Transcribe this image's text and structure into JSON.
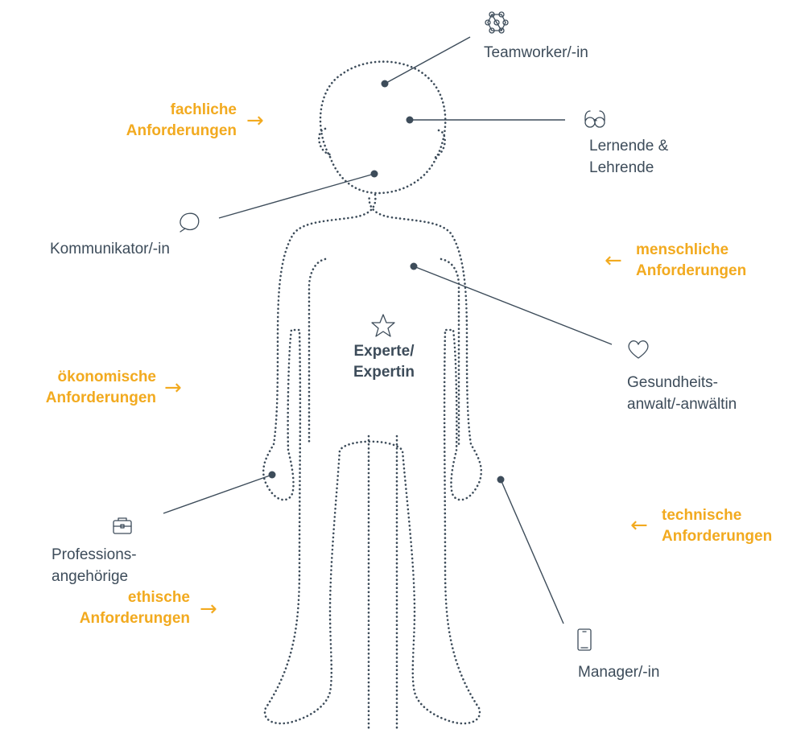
{
  "roles": {
    "teamworker": {
      "label": "Teamworker/-in",
      "icon": "network-icon"
    },
    "lernende": {
      "line1": "Lernende &",
      "line2": "Lehrende",
      "icon": "glasses-icon"
    },
    "kommunikator": {
      "label": "Kommunikator/-in",
      "icon": "speech-bubble-icon"
    },
    "gesundheit": {
      "line1": "Gesundheits-",
      "line2": "anwalt/-anwältin",
      "icon": "heart-icon"
    },
    "profession": {
      "line1": "Professions-",
      "line2": "angehörige",
      "icon": "briefcase-icon"
    },
    "manager": {
      "label": "Manager/-in",
      "icon": "smartphone-icon"
    }
  },
  "center": {
    "line1": "Experte/",
    "line2": "Expertin",
    "icon": "star-icon"
  },
  "requirements": {
    "fachlich": {
      "line1": "fachliche",
      "line2": "Anforderungen",
      "arrow": "→"
    },
    "menschlich": {
      "line1": "menschliche",
      "line2": "Anforderungen",
      "arrow": "←"
    },
    "oekonomisch": {
      "line1": "ökonomische",
      "line2": "Anforderungen",
      "arrow": "→"
    },
    "technisch": {
      "line1": "technische",
      "line2": "Anforderungen",
      "arrow": "←"
    },
    "ethisch": {
      "line1": "ethische",
      "line2": "Anforderungen",
      "arrow": "→"
    }
  },
  "colors": {
    "accent": "#f2aa1f",
    "text": "#3d4c5a",
    "outline": "#3d4c5a"
  }
}
